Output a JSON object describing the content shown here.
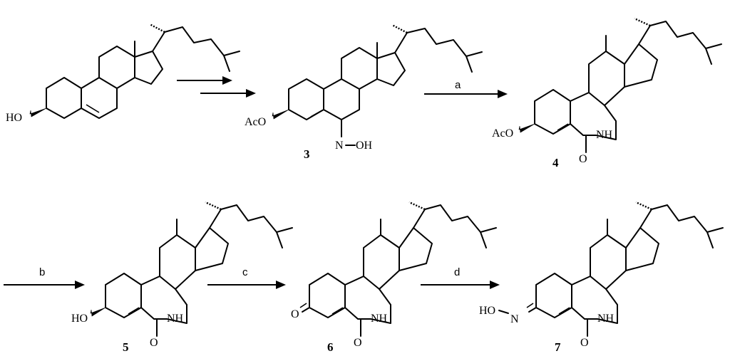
{
  "compounds": [
    {
      "id": "cholesterol",
      "label": "",
      "groups": [
        "HO"
      ]
    },
    {
      "id": "c3",
      "label": "3",
      "groups": [
        "AcO",
        "N",
        "OH"
      ]
    },
    {
      "id": "c4",
      "label": "4",
      "groups": [
        "AcO",
        "O",
        "NH"
      ]
    },
    {
      "id": "c5",
      "label": "5",
      "groups": [
        "HO",
        "O",
        "NH"
      ]
    },
    {
      "id": "c6",
      "label": "6",
      "groups": [
        "O",
        "O",
        "NH"
      ]
    },
    {
      "id": "c7",
      "label": "7",
      "groups": [
        "HO",
        "N",
        "O",
        "NH"
      ]
    }
  ],
  "arrows": [
    {
      "id": "arrow-cholesterol-3",
      "label": ""
    },
    {
      "id": "arrow-a",
      "label": "a"
    },
    {
      "id": "arrow-b",
      "label": "b"
    },
    {
      "id": "arrow-c",
      "label": "c"
    },
    {
      "id": "arrow-d",
      "label": "d"
    }
  ]
}
